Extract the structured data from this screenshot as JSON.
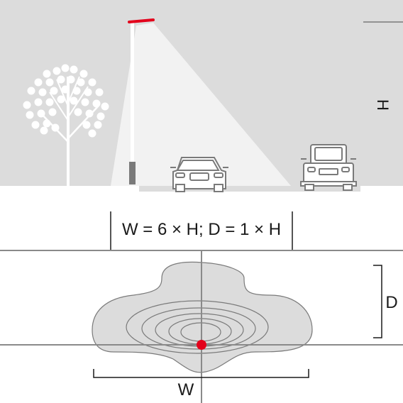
{
  "labels": {
    "formula": "W = 6 × H; D = 1 × H",
    "h": "H",
    "d": "D",
    "w": "W"
  },
  "colors": {
    "sky": "#dcdcdc",
    "ground": "#ffffff",
    "accent": "#e3001b",
    "line": "#7a7a7a",
    "dark": "#1a1a1a"
  },
  "icons": [
    "tree-icon",
    "streetlight-icon",
    "car-front-icon",
    "van-front-icon"
  ]
}
